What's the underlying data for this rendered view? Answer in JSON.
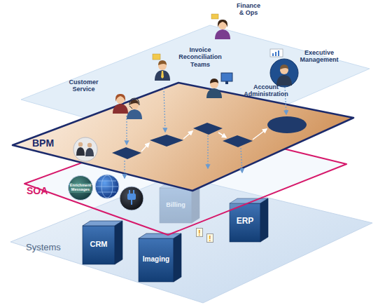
{
  "diagram": {
    "nodes": [
      {
        "text": [
          "BPM"
        ]
      },
      {
        "text": [
          "SOA"
        ]
      },
      {
        "text": [
          "Enrichment Messages"
        ],
        "in": 1
      },
      {
        "text": [
          "Systems"
        ]
      },
      {
        "text": [
          "Billing"
        ],
        "in": 3
      },
      {
        "text": [
          "ERP"
        ],
        "in": 3
      },
      {
        "text": [
          "CRM"
        ],
        "in": 3
      },
      {
        "text": [
          "Imaging"
        ],
        "in": 3
      }
    ],
    "labels": [
      "Finance & Ops",
      "Invoice Reconciliation Teams",
      "Customer Service",
      "Account Administration",
      "Executive Management",
      "!",
      "!"
    ]
  }
}
